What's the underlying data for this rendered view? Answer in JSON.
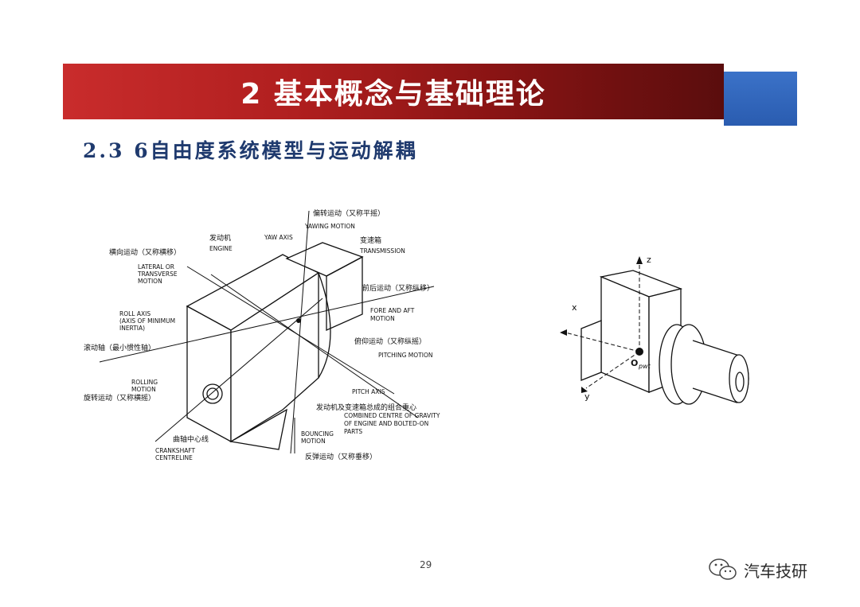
{
  "header": {
    "title": "2  基本概念与基础理论"
  },
  "section": {
    "title": "2.3  6自由度系统模型与运动解耦"
  },
  "diagram_left": {
    "labels": {
      "yaw_cn": "偏转运动（又称平摇）",
      "yaw_axis": "YAW AXIS",
      "yawing_motion": "YAWING MOTION",
      "engine_cn": "发动机",
      "engine_en": "ENGINE",
      "transmission_cn": "变速箱",
      "transmission_en": "TRANSMISSION",
      "lateral_cn": "横向运动（又称横移）",
      "lateral_en1": "LATERAL OR",
      "lateral_en2": "TRANSVERSE",
      "lateral_en3": "MOTION",
      "fore_aft_cn": "前后运动（又称纵移）",
      "fore_aft_en1": "FORE AND AFT",
      "fore_aft_en2": "MOTION",
      "roll_axis_en1": "ROLL AXIS",
      "roll_axis_en2": "(AXIS OF MINIMUM",
      "roll_axis_en3": "INERTIA)",
      "roll_axis_cn": "滚动轴（最小惯性轴）",
      "pitching_cn": "俯仰运动（又称纵摇）",
      "pitching_en": "PITCHING MOTION",
      "rolling_en1": "ROLLING",
      "rolling_en2": "MOTION",
      "rolling_cn": "旋转运动（又称横摇）",
      "pitch_axis": "PITCH AXIS",
      "cog_cn": "发动机及变速箱总成的组合重心",
      "cog_en1": "COMBINED CENTRE OF GRAVITY",
      "cog_en2": "OF ENGINE AND BOLTED-ON",
      "cog_en3": "PARTS",
      "crank_cn": "曲轴中心线",
      "crank_en1": "CRANKSHAFT",
      "crank_en2": "CENTRELINE",
      "bouncing_en1": "BOUNCING",
      "bouncing_en2": "MOTION",
      "bouncing_cn": "反弹运动（又称垂移）"
    }
  },
  "diagram_right": {
    "labels": {
      "z": "z",
      "x": "x",
      "y": "y",
      "origin": "O",
      "origin_sub": "pwt"
    }
  },
  "footer": {
    "page_number": "29",
    "watermark": "汽车技研",
    "watermark_icon": "wechat-icon"
  },
  "colors": {
    "banner_red": "#b01f1f",
    "banner_blue": "#2a5cb0",
    "subtitle": "#1f3a6e"
  }
}
